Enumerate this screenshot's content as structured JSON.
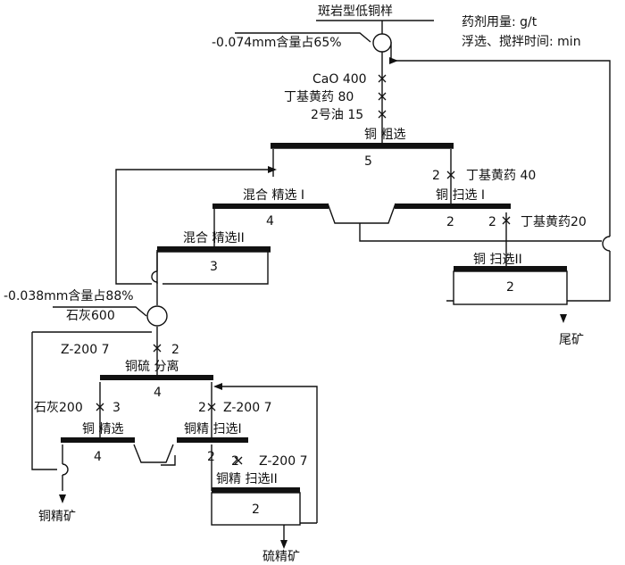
{
  "feed": {
    "label": "斑岩型低铜样",
    "grind1": "-0.074mm含量占65%",
    "grind2": "-0.038mm含量占88%",
    "lime": "石灰600"
  },
  "legend": {
    "dosage_unit": "药剂用量: g/t",
    "time_unit": "浮选、搅拌时间: min"
  },
  "reagents": {
    "cao": "CaO 400",
    "xanthate_80": "丁基黄药 80",
    "oil_15": "2号油 15",
    "scav1_time": "2",
    "scav1_xanthate": "丁基黄药 40",
    "scav2_time": "2",
    "scav2_xanthate": "丁基黄药20",
    "sep_z200": "Z-200  7",
    "sep_time": "2",
    "cu_clean_lime": "石灰200",
    "cu_clean_time": "3",
    "cu_scav1_time": "2",
    "cu_scav1_z200": "Z-200  7",
    "cu_scav2_time": "2",
    "cu_scav2_z200": "Z-200  7"
  },
  "operations": {
    "rougher": {
      "label": "铜 粗选",
      "time": "5"
    },
    "cleaner1": {
      "label": "混合 精选 I",
      "time": "4"
    },
    "scavenger1": {
      "label": "铜 扫选 I",
      "time": "2"
    },
    "cleaner2": {
      "label": "混合 精选II",
      "time": "3"
    },
    "scavenger2": {
      "label": "铜 扫选II",
      "time": "2"
    },
    "separation": {
      "label": "铜硫 分离",
      "time": "4"
    },
    "cu_cleaner": {
      "label": "铜 精选",
      "time": "4"
    },
    "cu_scav1": {
      "label": "铜精 扫选I",
      "time": "2"
    },
    "cu_scav2": {
      "label": "铜精 扫选II",
      "time": "2"
    }
  },
  "products": {
    "tailings": "尾矿",
    "cu_conc": "铜精矿",
    "s_conc": "硫精矿"
  }
}
